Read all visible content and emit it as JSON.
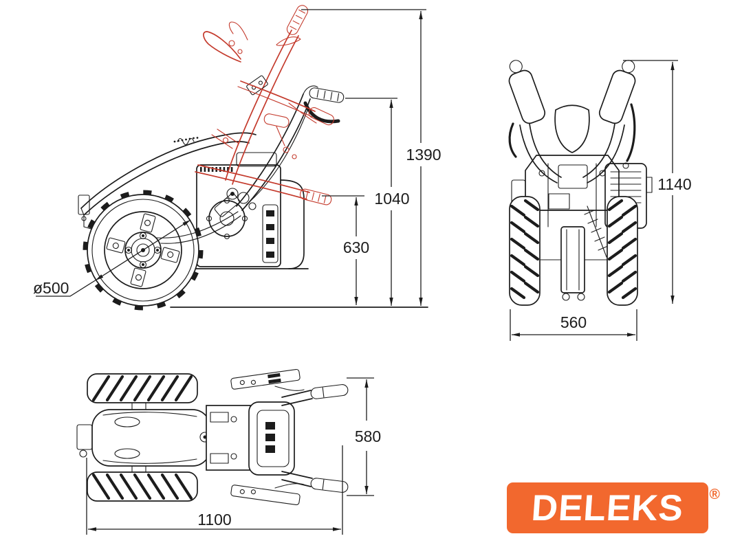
{
  "colors": {
    "line": "#1c1c1c",
    "handlebar_alt_position_red": "#c43a2c",
    "logo_orange": "#f2682e"
  },
  "side_view": {
    "dim_height_handlebar_high": "1390",
    "dim_height_handlebar_mid": "1040",
    "dim_height_handlebar_low": "630",
    "dim_wheel_diameter": "ø500"
  },
  "rear_view": {
    "dim_overall_height": "1140",
    "dim_track_width": "560"
  },
  "top_view": {
    "dim_overall_width": "580",
    "dim_overall_length": "1100"
  },
  "logo": {
    "text": "DELEKS",
    "registered_mark": "®"
  }
}
